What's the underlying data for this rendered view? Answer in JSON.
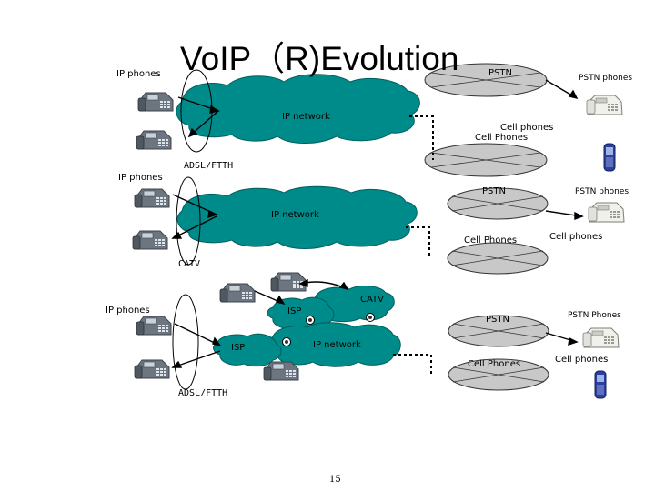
{
  "title": "VoIP（R)Evolution",
  "page_number": "15",
  "colors": {
    "cloud": "#008b8b",
    "pstn": "#c8c8c8",
    "phone": "#707880",
    "cell": "#2a3fa0"
  },
  "section1": {
    "ip_phones": "IP phones",
    "ip_network": "IP network",
    "pstn": "PSTN",
    "pstn_phones": "PSTN phones",
    "cell_phones": "Cell phones",
    "cell_phones_alt": "Cell Phones"
  },
  "section2": {
    "adsl_ftth": "ADSL/FTTH",
    "ip_phones": "IP phones",
    "ip_network": "IP network",
    "pstn": "PSTN",
    "pstn_phones": "PSTN phones",
    "cell_phones_alt": "Cell Phones",
    "cell_phones": "Cell phones"
  },
  "section3": {
    "catv_top": "CATV",
    "ip_phones": "IP phones",
    "catv": "CATV",
    "isp_top": "ISP",
    "isp_left": "ISP",
    "ip_network": "IP network",
    "pstn": "PSTN",
    "pstn_phones": "PSTN Phones",
    "cell_phones_alt": "Cell Phones",
    "cell_phones": "Cell phones",
    "adsl_ftth": "ADSL/FTTH"
  },
  "icons": [
    "ip-phone-icon",
    "pstn-phone-icon",
    "cell-phone-icon",
    "router-icon"
  ]
}
